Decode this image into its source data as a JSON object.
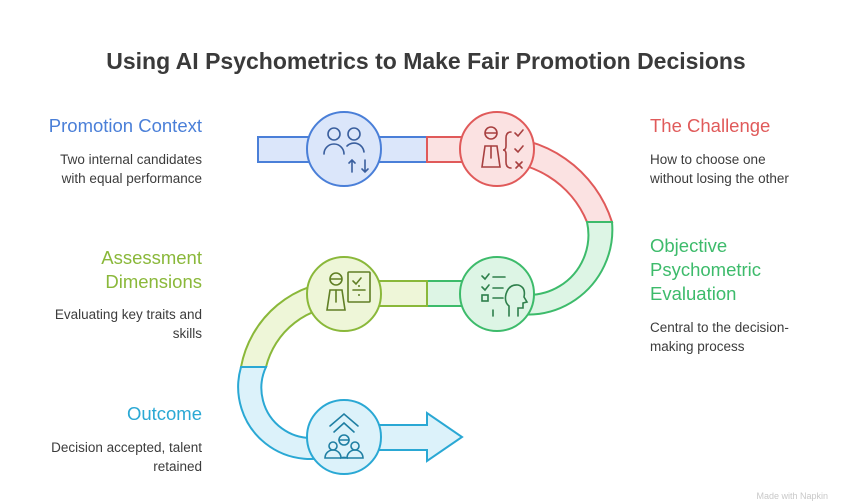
{
  "title": "Using AI Psychometrics to Make Fair Promotion Decisions",
  "stages": [
    {
      "title": "Promotion Context",
      "desc_lines": [
        "Two internal candidates",
        "with equal performance"
      ],
      "color": "#4a7fd8",
      "fill": "#dbe6fa",
      "icon": "users-swap-icon"
    },
    {
      "title": "The Challenge",
      "desc_lines": [
        "How to choose one",
        "without losing the other"
      ],
      "color": "#e05a5a",
      "fill": "#fbe2e2",
      "icon": "person-choice-icon"
    },
    {
      "title_lines": [
        "Objective",
        "Psychometric",
        "Evaluation"
      ],
      "desc_lines": [
        "Central to the decision-",
        "making process"
      ],
      "color": "#3dbb6b",
      "fill": "#ddf5e5",
      "icon": "checklist-head-icon"
    },
    {
      "title_lines": [
        "Assessment",
        "Dimensions"
      ],
      "desc_lines": [
        "Evaluating key traits and",
        "skills"
      ],
      "color": "#8ab83a",
      "fill": "#eef6d8",
      "icon": "person-evaluation-icon"
    },
    {
      "title": "Outcome",
      "desc_lines": [
        "Decision accepted, talent",
        "retained"
      ],
      "color": "#2aa8d4",
      "fill": "#dcf2fa",
      "icon": "team-growth-icon"
    }
  ],
  "watermark": "Made with Napkin"
}
